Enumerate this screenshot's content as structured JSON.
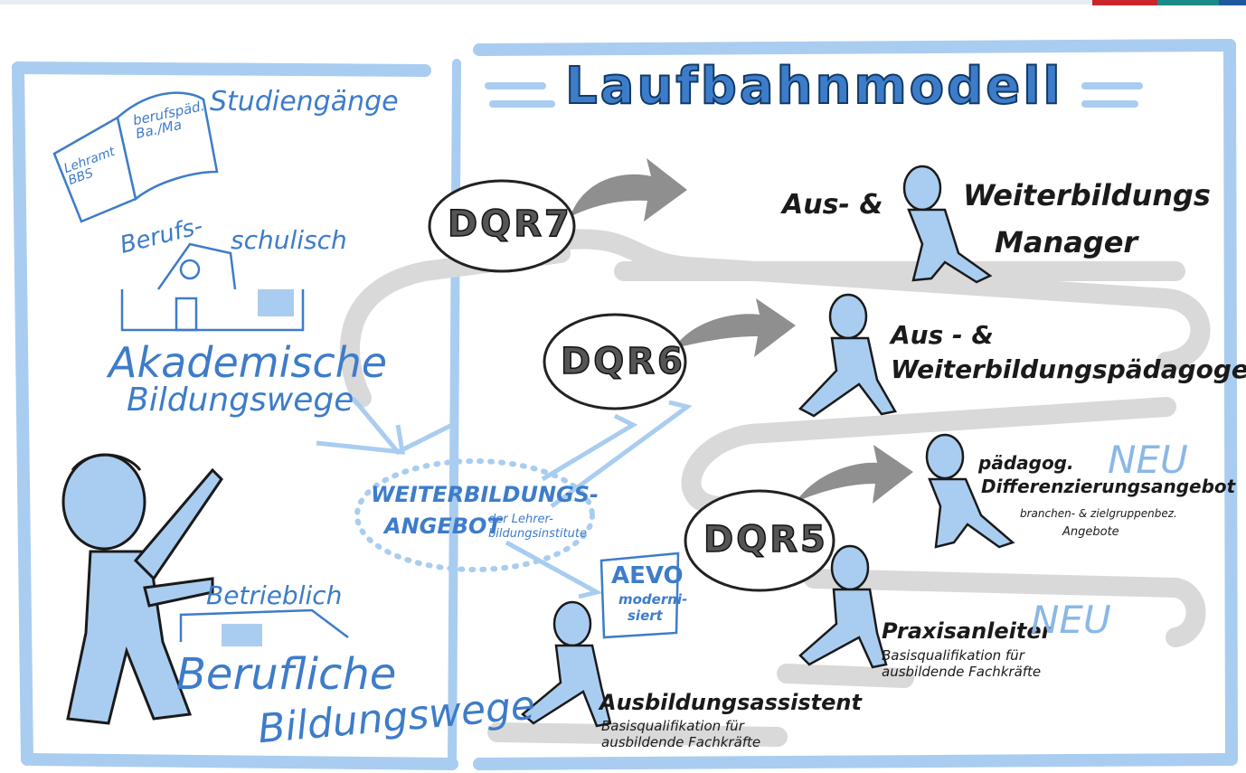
{
  "title": "Laufbahnmodell",
  "academic": {
    "book_left": "Lehramt\nBBS",
    "book_right": "berufspäd.\nBa./Ma",
    "studiengaenge": "Studiengänge",
    "berufs": "Berufs-",
    "schulisch": "schulisch",
    "heading_line1": "Akademische",
    "heading_line2": "Bildungswege"
  },
  "vocational": {
    "betrieblich": "Betrieblich",
    "heading_line1": "Berufliche",
    "heading_line2": "Bildungswege"
  },
  "weiterbildung": {
    "line1": "WEITERBILDUNGS-",
    "line2": "ANGEBOT",
    "sub1": "der Lehrer-",
    "sub2": "bildungsinstitute"
  },
  "aevo": {
    "title": "AEVO",
    "line1": "moderni-",
    "line2": "siert"
  },
  "levels": {
    "dqr7": "DQR7",
    "dqr6": "DQR6",
    "dqr5": "DQR5"
  },
  "roles": {
    "manager_line1a": "Aus- &",
    "manager_line1b": "Weiterbildungs",
    "manager_line2": "Manager",
    "paedagoge_line1": "Aus - &",
    "paedagoge_line2": "Weiterbildungspädagoge",
    "diff_line1": "pädagog.",
    "diff_line2": "Differenzierungsangebot",
    "diff_sub1": "branchen- & zielgruppenbez.",
    "diff_sub2": "Angebote",
    "praxis": "Praxisanleiter",
    "praxis_sub1": "Basisqualifikation für",
    "praxis_sub2": "ausbildende Fachkräfte",
    "assistent": "Ausbildungsassistent",
    "assistent_sub1": "Basisqualifikation für",
    "assistent_sub2": "ausbildende Fachkräfte"
  },
  "neu_label": "NEU",
  "colors": {
    "accent_blue": "#3d7cc9",
    "light_blue": "#a9cdf0",
    "path_gray": "#d9d9d9",
    "topbar_red": "#c9252c",
    "topbar_teal": "#1a8a8a",
    "topbar_blue": "#1f5a9e"
  }
}
